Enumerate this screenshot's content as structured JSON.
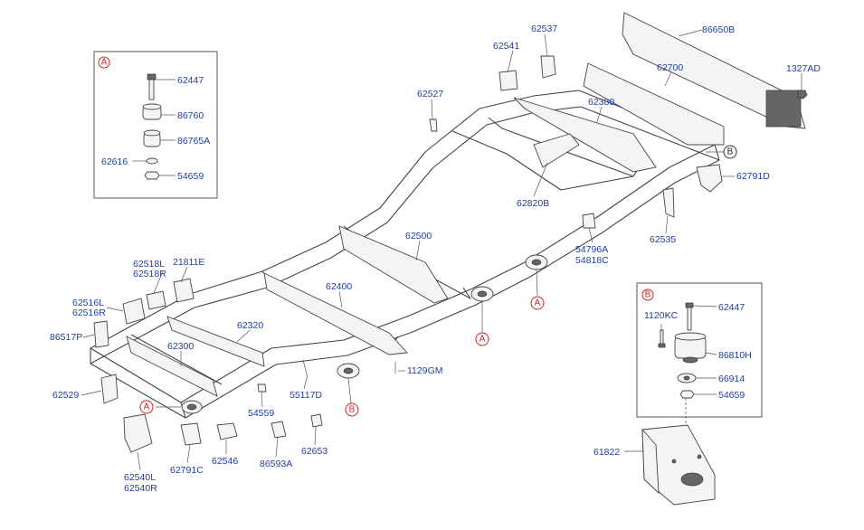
{
  "callouts": {
    "a_box": "A",
    "b_box": "B",
    "a_front_left": "A",
    "a_mid": "A",
    "a_right": "A",
    "b_mid": "B",
    "b_rear": "B"
  },
  "labels": {
    "p62447_a": "62447",
    "p86760": "86760",
    "p86765a": "86765A",
    "p62616": "62616",
    "p54659_a": "54659",
    "p62541": "62541",
    "p62537": "62537",
    "p86650b": "86650B",
    "p1327ad": "1327AD",
    "p62527": "62527",
    "p62700": "62700",
    "p62380": "62380",
    "p62791d": "62791D",
    "p62820b": "62820B",
    "p62535": "62535",
    "p54796a": "54796A",
    "p54818c": "54818C",
    "p62500": "62500",
    "p62518l": "62518L",
    "p62518r": "62518R",
    "p21811e": "21811E",
    "p62516l": "62516L",
    "p62516r": "62516R",
    "p62400": "62400",
    "p86517p": "86517P",
    "p62320": "62320",
    "p62300": "62300",
    "p1129gm": "1129GM",
    "p62529": "62529",
    "p55117d": "55117D",
    "p54559": "54559",
    "p62653": "62653",
    "p62546": "62546",
    "p86593a": "86593A",
    "p62791c": "62791C",
    "p62540l": "62540L",
    "p62540r": "62540R",
    "p62447_b": "62447",
    "p1120kc": "1120KC",
    "p86810h": "86810H",
    "p66914": "66914",
    "p54659_b": "54659",
    "p61822": "61822"
  }
}
